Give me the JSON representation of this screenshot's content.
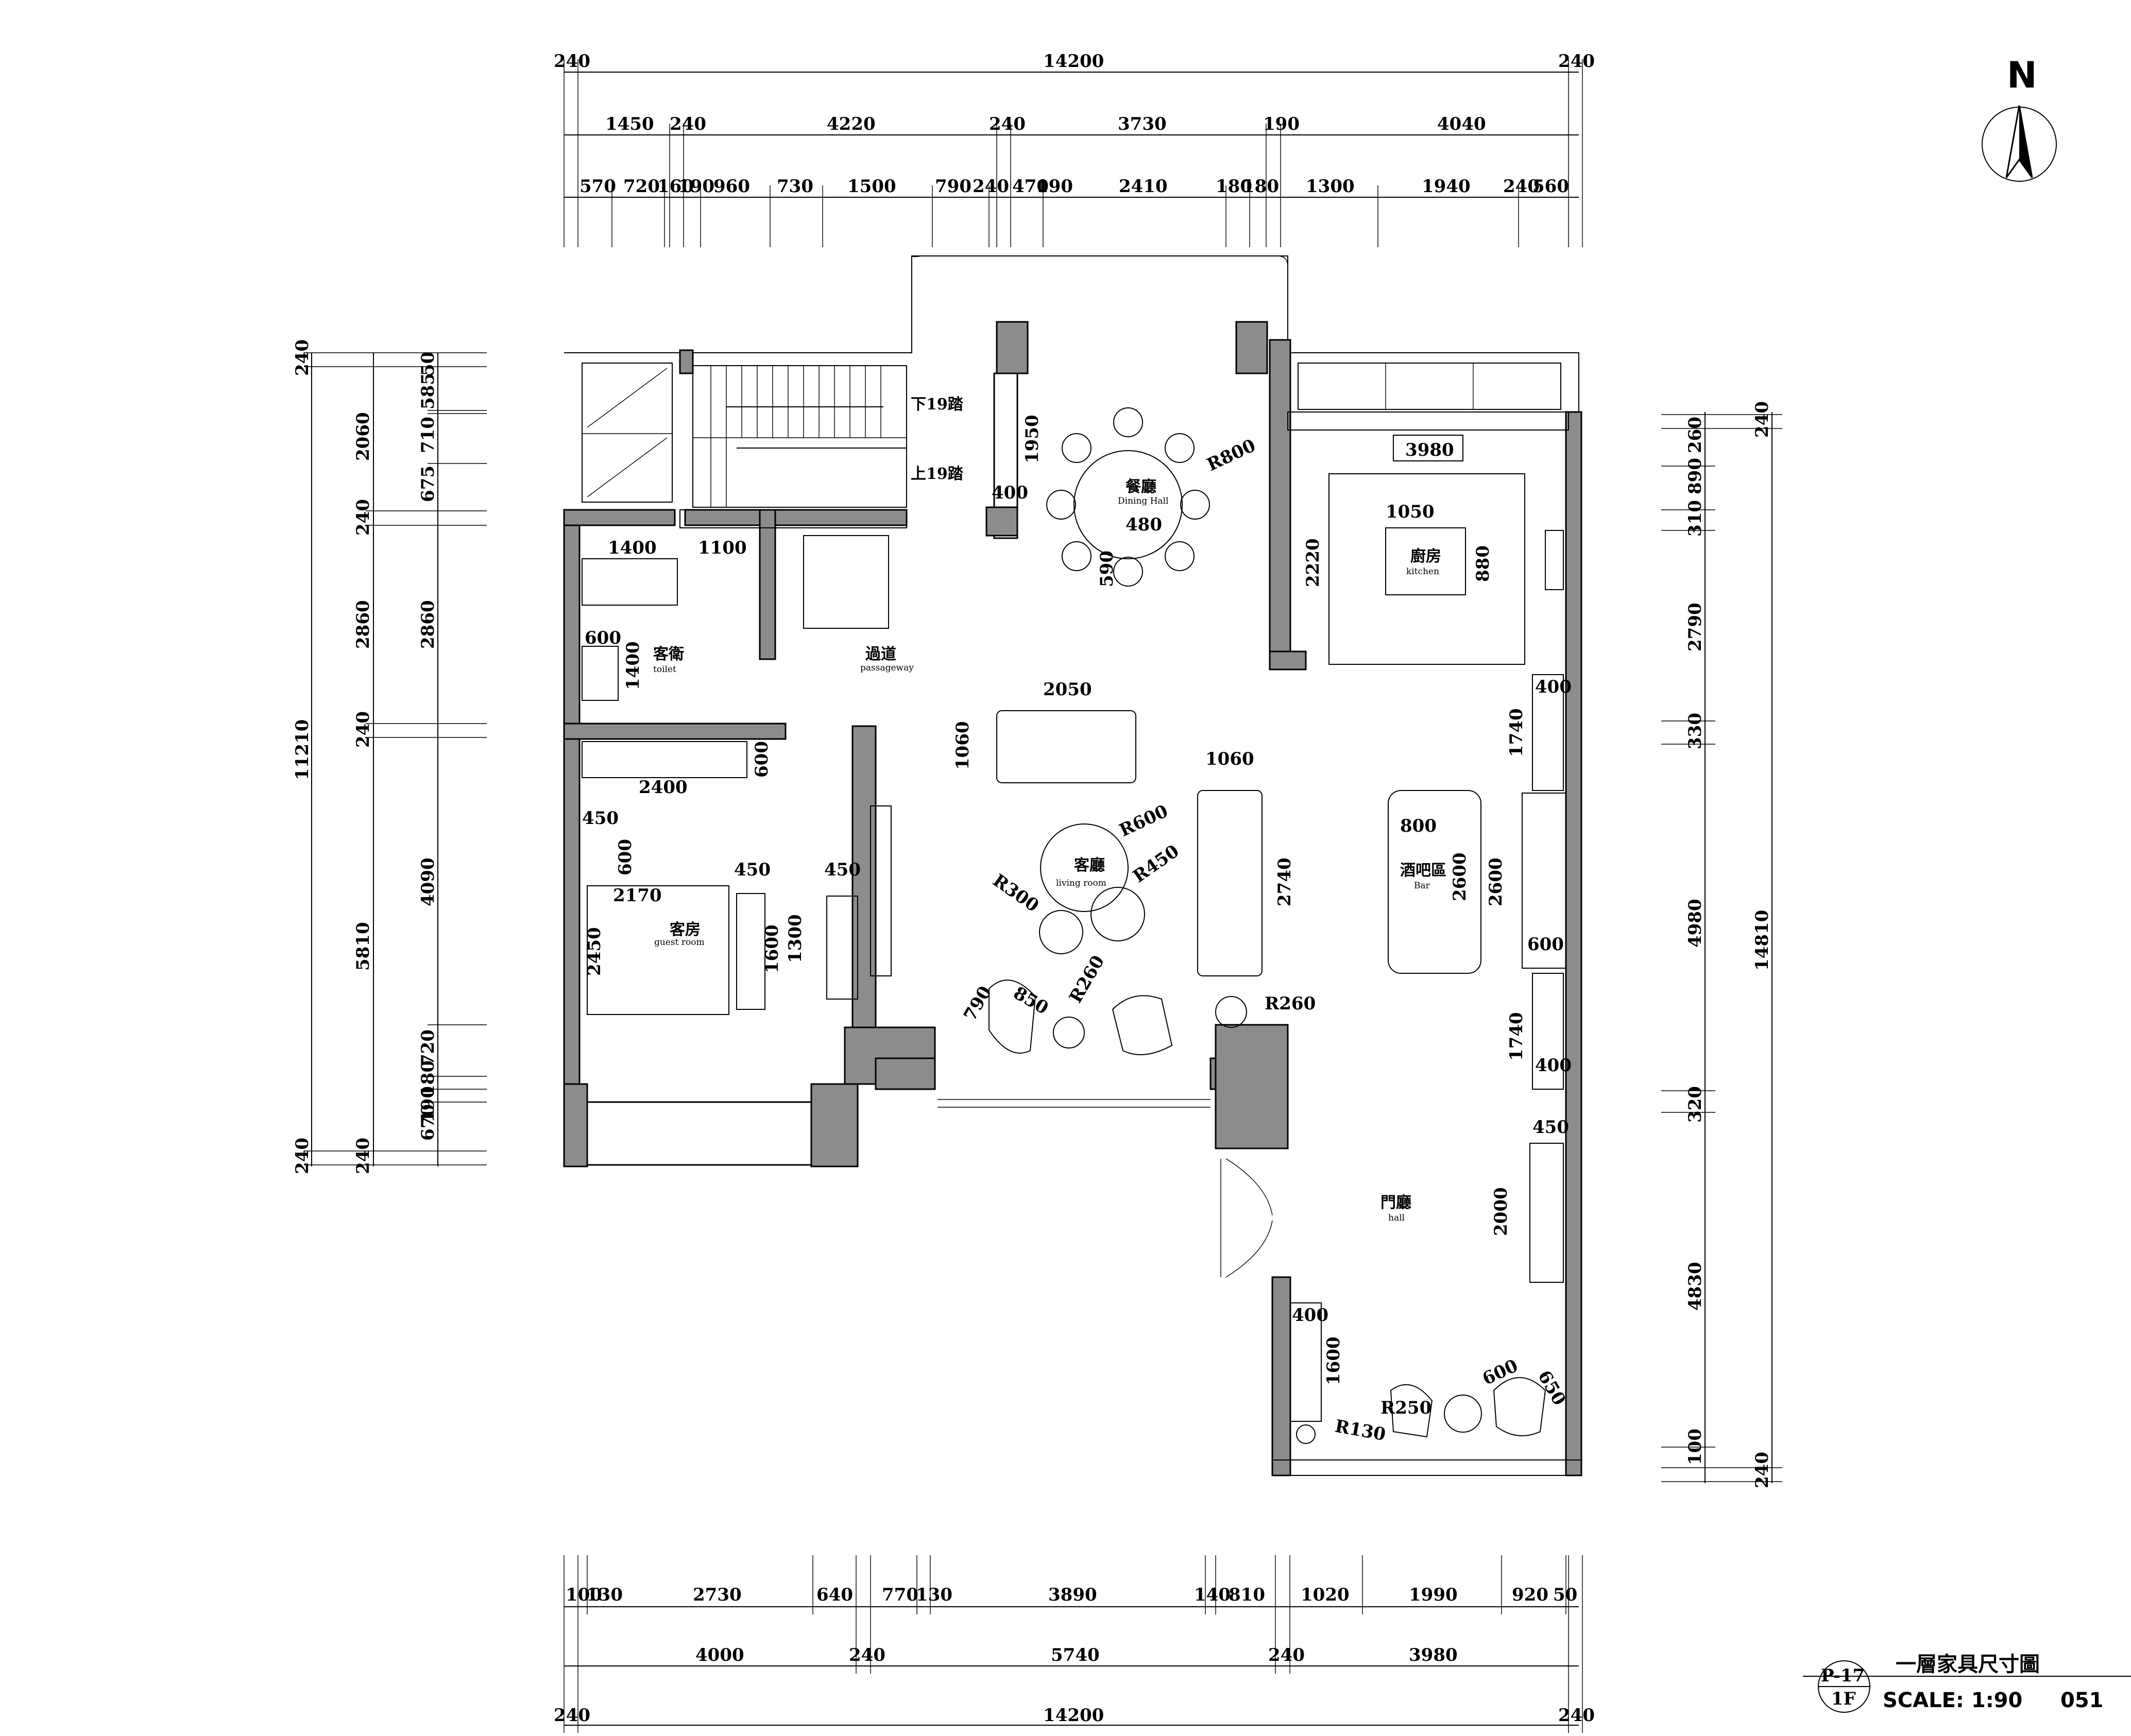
{
  "drawing": {
    "title": "一層家具尺寸圖",
    "sheet": "P-17",
    "floor": "1F",
    "scale": "SCALE: 1:90",
    "page_no": "051",
    "north": "N"
  },
  "top_dims": {
    "overall": [
      "240",
      "14200",
      "240"
    ],
    "row2": [
      "1450",
      "240",
      "4220",
      "240",
      "3730",
      "190",
      "4040"
    ],
    "row3": [
      "570",
      "720",
      "160",
      "190",
      "960",
      "730",
      "1500",
      "790",
      "240",
      "470",
      "190",
      "2410",
      "180",
      "180",
      "1300",
      "1940",
      "240",
      "560"
    ]
  },
  "bottom_dims": {
    "row1": [
      "100",
      "130",
      "2730",
      "640",
      "770",
      "130",
      "3890",
      "140",
      "810",
      "1020",
      "1990",
      "920",
      "50"
    ],
    "row2": [
      "4000",
      "240",
      "5740",
      "240",
      "3980"
    ],
    "overall": [
      "240",
      "14200",
      "240"
    ]
  },
  "left_dims": {
    "outer": [
      "240",
      "11210",
      "240"
    ],
    "middle": [
      "2060",
      "240",
      "2860",
      "240",
      "5810",
      "240"
    ],
    "inner": [
      "585",
      "50",
      "710",
      "675",
      "2860",
      "4090",
      "720",
      "180",
      "190",
      "670"
    ]
  },
  "right_dims": {
    "outer": [
      "240",
      "14810",
      "240"
    ],
    "inner": [
      "260",
      "890",
      "310",
      "2790",
      "330",
      "4980",
      "320",
      "4830",
      "100"
    ]
  },
  "rooms": {
    "dining": {
      "cn": "餐廳",
      "en": "Dining Hall"
    },
    "kitchen": {
      "cn": "廚房",
      "en": "kitchen"
    },
    "toilet": {
      "cn": "客衛",
      "en": "toilet"
    },
    "passage": {
      "cn": "過道",
      "en": "passageway"
    },
    "living": {
      "cn": "客廳",
      "en": "living room"
    },
    "guest": {
      "cn": "客房",
      "en": "guest room"
    },
    "bar": {
      "cn": "酒吧區",
      "en": "Bar"
    },
    "hall": {
      "cn": "門廳",
      "en": "hall"
    }
  },
  "stairs": {
    "down": "下19踏",
    "up": "上19踏"
  },
  "furniture_dims": {
    "dining_r": "R800",
    "dining_w": "480",
    "dining_chair": "590",
    "dining_cab": "1950",
    "dining_cab_d": "400",
    "kitchen_w": "3980",
    "kitchen_island": "1050",
    "kitchen_island_d": "880",
    "kitchen_hood": "2220",
    "toilet_a": "1400",
    "toilet_b": "1100",
    "toilet_c": "600",
    "toilet_d": "1400",
    "sofa_w": "2050",
    "sofa_d": "1060",
    "sofa2_d": "1060",
    "sofa2_w": "2740",
    "table_r1": "R600",
    "table_r2": "R450",
    "table_r3": "R300",
    "chair_a": "790",
    "chair_b": "850",
    "side_r": "R260",
    "side_r2": "R260",
    "guest_a": "2400",
    "guest_b": "600",
    "guest_c": "450",
    "guest_d": "600",
    "guest_e": "450",
    "guest_f": "2170",
    "guest_g": "450",
    "guest_h": "2450",
    "guest_i": "1600",
    "guest_j": "1300",
    "bar_a": "800",
    "bar_b": "2600",
    "bar_c": "2600",
    "bar_cab_a": "400",
    "bar_cab_b": "1740",
    "bar_cab_c": "600",
    "bar_cab_d": "1740",
    "bar_cab_e": "400",
    "hall_a": "450",
    "hall_b": "2000",
    "hall_c": "400",
    "hall_d": "1600",
    "hall_r1": "R250",
    "hall_r2": "R130",
    "hall_e": "600",
    "hall_f": "650"
  }
}
